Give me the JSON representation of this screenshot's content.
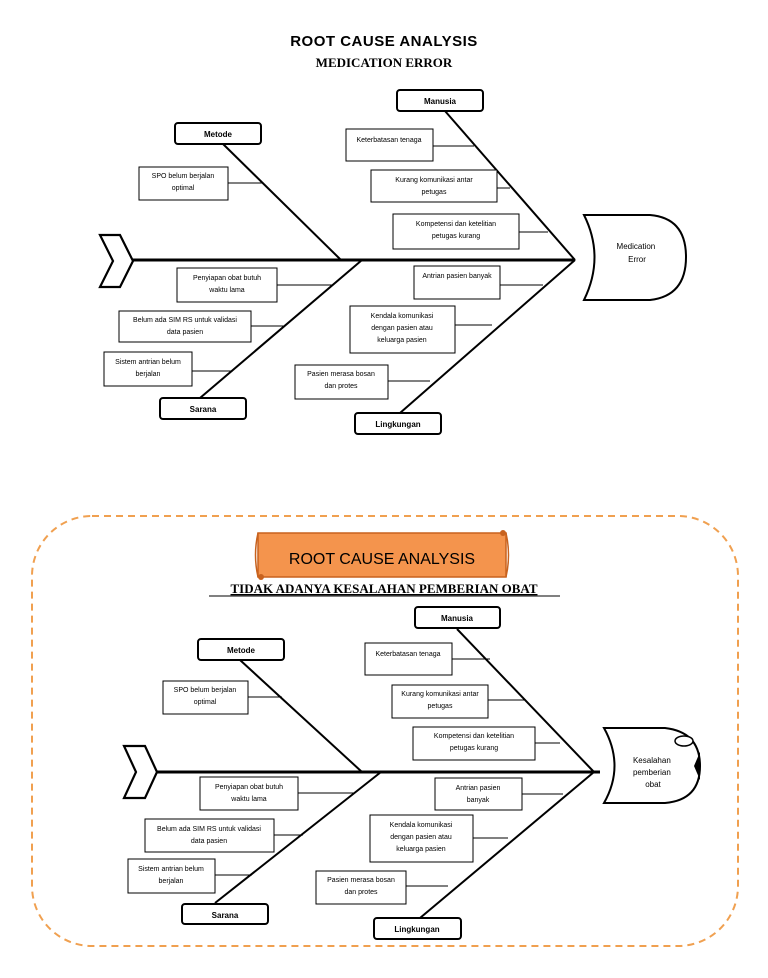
{
  "diagram1": {
    "title": "ROOT CAUSE ANALYSIS",
    "subtitle": "MEDICATION ERROR",
    "head": [
      "Medication",
      "Error"
    ],
    "categories": {
      "manusia": "Manusia",
      "metode": "Metode",
      "sarana": "Sarana",
      "lingkungan": "Lingkungan"
    },
    "causes": {
      "keterbatasan": [
        "Keterbatasan tenaga"
      ],
      "komunikasi": [
        "Kurang komunikasi antar",
        "petugas"
      ],
      "kompetensi": [
        "Kompetensi dan ketelitian",
        "petugas kurang"
      ],
      "spo": [
        "SPO belum berjalan",
        "optimal"
      ],
      "penyiapan": [
        "Penyiapan obat butuh",
        "waktu lama"
      ],
      "simrs": [
        "Belum ada SIM RS untuk validasi",
        "data pasien"
      ],
      "antrian_sistem": [
        "Sistem antrian belum",
        "berjalan"
      ],
      "antrian_pasien": [
        "Antrian pasien banyak"
      ],
      "kendala": [
        "Kendala komunikasi",
        "dengan pasien atau",
        "keluarga pasien"
      ],
      "bosan": [
        "Pasien merasa bosan",
        "dan protes"
      ]
    }
  },
  "diagram2": {
    "banner": "ROOT CAUSE ANALYSIS",
    "subtitle": "TIDAK ADANYA KESALAHAN PEMBERIAN OBAT",
    "head": [
      "Kesalahan",
      "pemberian",
      "obat"
    ],
    "categories": {
      "manusia": "Manusia",
      "metode": "Metode",
      "sarana": "Sarana",
      "lingkungan": "Lingkungan"
    },
    "causes": {
      "keterbatasan": [
        "Keterbatasan tenaga"
      ],
      "komunikasi": [
        "Kurang komunikasi antar",
        "petugas"
      ],
      "kompetensi": [
        "Kompetensi dan ketelitian",
        "petugas kurang"
      ],
      "spo": [
        "SPO belum berjalan",
        "optimal"
      ],
      "penyiapan": [
        "Penyiapan obat butuh",
        "waktu lama"
      ],
      "simrs": [
        "Belum ada SIM RS untuk validasi",
        "data pasien"
      ],
      "antrian_sistem": [
        "Sistem antrian belum",
        "berjalan"
      ],
      "antrian_pasien": [
        "Antrian pasien",
        "banyak"
      ],
      "kendala": [
        "Kendala komunikasi",
        "dengan pasien atau",
        "keluarga pasien"
      ],
      "bosan": [
        "Pasien merasa bosan",
        "dan protes"
      ]
    }
  },
  "colors": {
    "line": "#000000",
    "banner_fill": "#f4944d",
    "banner_edge": "#c8621e",
    "dashed_border": "#f0a050"
  }
}
